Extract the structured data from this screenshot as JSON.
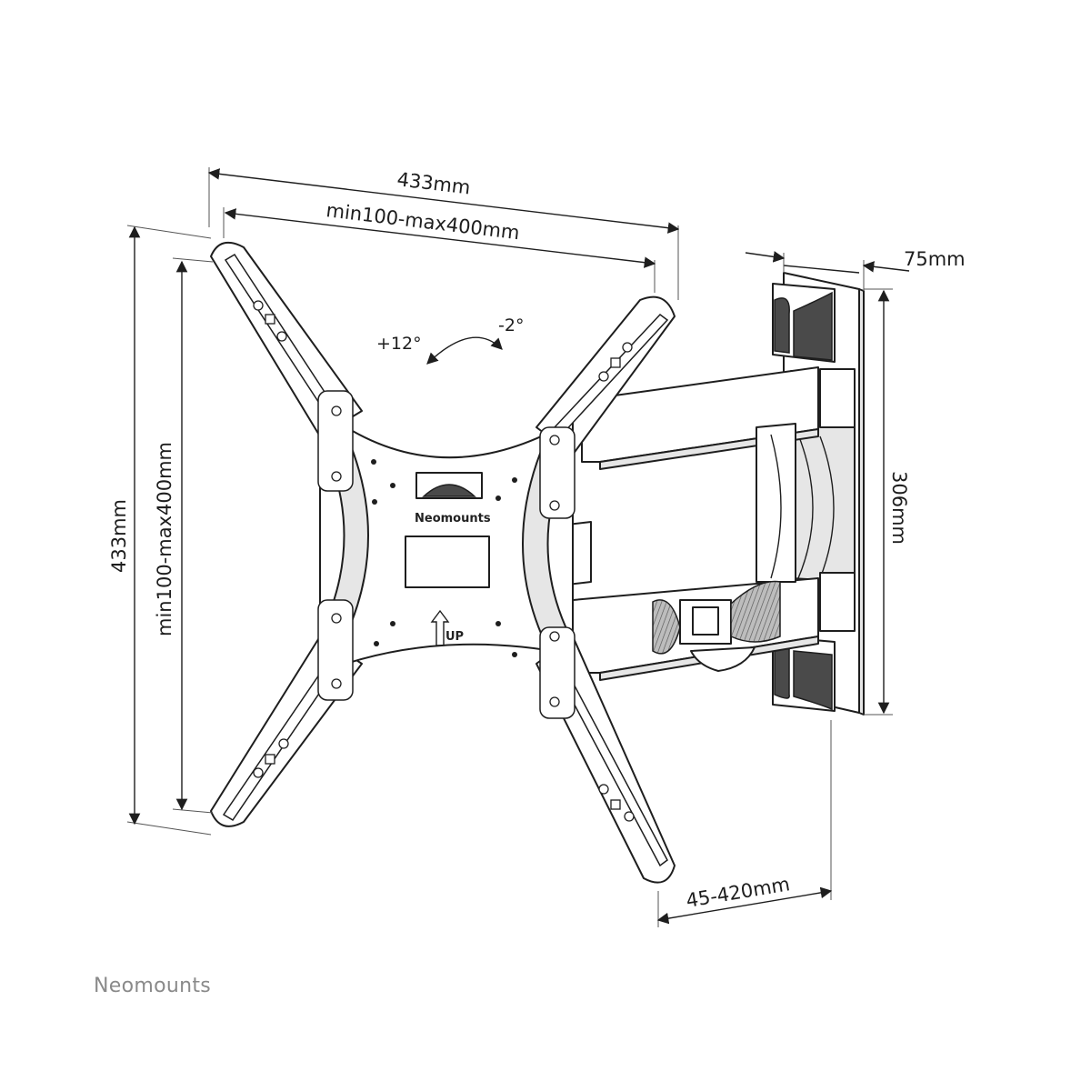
{
  "dimensions": {
    "overall_width": "433mm",
    "vesa_width": "min100-max400mm",
    "overall_height": "433mm",
    "vesa_height": "min100-max400mm",
    "wall_plate_depth": "75mm",
    "wall_plate_height": "306mm",
    "extension_range": "45-420mm"
  },
  "tilt": {
    "forward": "+12°",
    "backward": "-2°"
  },
  "plate": {
    "brand_label": "Neomounts",
    "up_label": "UP"
  },
  "footer": {
    "logo_text": "Neomounts"
  }
}
